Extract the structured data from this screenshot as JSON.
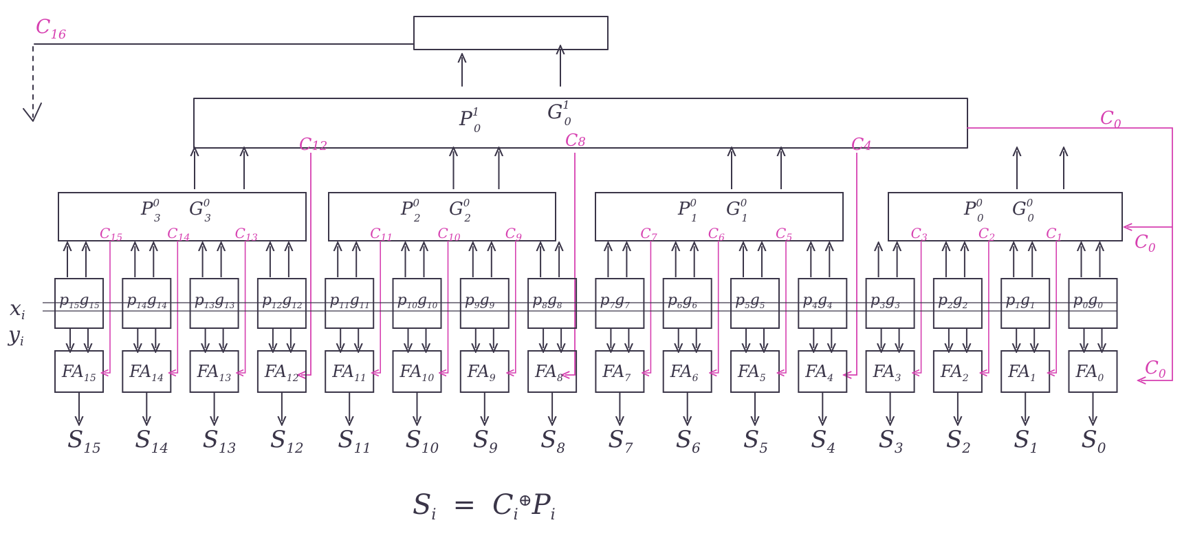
{
  "colors": {
    "ink": "#3a3548",
    "carry": "#d63fb0"
  },
  "top_output_carry": "C",
  "top_output_carry_sub": "16",
  "level2": {
    "p": "P",
    "p_sub": "0",
    "p_sup": "1",
    "g": "G",
    "g_sub": "0",
    "g_sup": "1"
  },
  "carry_in_label": "C",
  "carry_in_sub": "0",
  "group_carries": [
    {
      "name": "C",
      "sub": "12"
    },
    {
      "name": "C",
      "sub": "8"
    },
    {
      "name": "C",
      "sub": "4"
    }
  ],
  "groups": [
    {
      "p": "P",
      "p_sub": "3",
      "p_sup": "0",
      "g": "G",
      "g_sub": "3",
      "g_sup": "0",
      "carries": [
        "15",
        "14",
        "13"
      ]
    },
    {
      "p": "P",
      "p_sub": "2",
      "p_sup": "0",
      "g": "G",
      "g_sub": "2",
      "g_sup": "0",
      "carries": [
        "11",
        "10",
        "9"
      ]
    },
    {
      "p": "P",
      "p_sub": "1",
      "p_sup": "0",
      "g": "G",
      "g_sub": "1",
      "g_sup": "0",
      "carries": [
        "7",
        "6",
        "5"
      ]
    },
    {
      "p": "P",
      "p_sub": "0",
      "p_sup": "0",
      "g": "G",
      "g_sub": "0",
      "g_sup": "0",
      "carries": [
        "3",
        "2",
        "1"
      ]
    }
  ],
  "input_labels": {
    "x": "x",
    "x_sub": "i",
    "y": "y",
    "y_sub": "i"
  },
  "bits": [
    {
      "pg": "p",
      "gg": "g",
      "idx": "15",
      "fa": "FA",
      "s": "S"
    },
    {
      "pg": "p",
      "gg": "g",
      "idx": "14",
      "fa": "FA",
      "s": "S"
    },
    {
      "pg": "p",
      "gg": "g",
      "idx": "13",
      "fa": "FA",
      "s": "S"
    },
    {
      "pg": "p",
      "gg": "g",
      "idx": "12",
      "fa": "FA",
      "s": "S"
    },
    {
      "pg": "p",
      "gg": "g",
      "idx": "11",
      "fa": "FA",
      "s": "S"
    },
    {
      "pg": "p",
      "gg": "g",
      "idx": "10",
      "fa": "FA",
      "s": "S"
    },
    {
      "pg": "p",
      "gg": "g",
      "idx": "9",
      "fa": "FA",
      "s": "S"
    },
    {
      "pg": "p",
      "gg": "g",
      "idx": "8",
      "fa": "FA",
      "s": "S"
    },
    {
      "pg": "p",
      "gg": "g",
      "idx": "7",
      "fa": "FA",
      "s": "S"
    },
    {
      "pg": "p",
      "gg": "g",
      "idx": "6",
      "fa": "FA",
      "s": "S"
    },
    {
      "pg": "p",
      "gg": "g",
      "idx": "5",
      "fa": "FA",
      "s": "S"
    },
    {
      "pg": "p",
      "gg": "g",
      "idx": "4",
      "fa": "FA",
      "s": "S"
    },
    {
      "pg": "p",
      "gg": "g",
      "idx": "3",
      "fa": "FA",
      "s": "S"
    },
    {
      "pg": "p",
      "gg": "g",
      "idx": "2",
      "fa": "FA",
      "s": "S"
    },
    {
      "pg": "p",
      "gg": "g",
      "idx": "1",
      "fa": "FA",
      "s": "S"
    },
    {
      "pg": "p",
      "gg": "g",
      "idx": "0",
      "fa": "FA",
      "s": "S"
    }
  ],
  "equation": {
    "lhs": "S",
    "lhs_sub": "i",
    "eq": "=",
    "c": "C",
    "c_sub": "i",
    "op": "⊕",
    "p": "P",
    "p_sub": "i"
  }
}
